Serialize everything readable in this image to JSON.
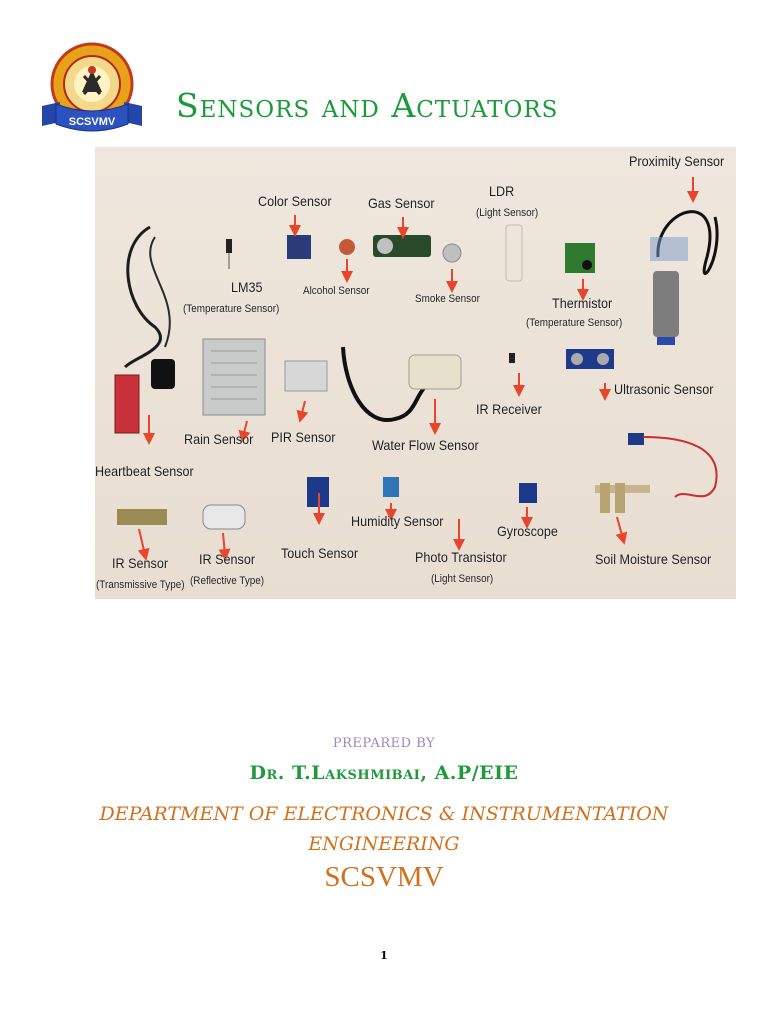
{
  "logo": {
    "text": "SCSVMV"
  },
  "title": "Sensors and Actuators",
  "image": {
    "labels": [
      {
        "id": "proximity",
        "text": "Proximity Sensor"
      },
      {
        "id": "color",
        "text": "Color Sensor"
      },
      {
        "id": "gas",
        "text": "Gas Sensor"
      },
      {
        "id": "ldr",
        "text": "LDR"
      },
      {
        "id": "ldr_sub",
        "text": "(Light Sensor)"
      },
      {
        "id": "lm35",
        "text": "LM35"
      },
      {
        "id": "lm35_sub",
        "text": "(Temperature Sensor)"
      },
      {
        "id": "alcohol",
        "text": "Alcohol Sensor"
      },
      {
        "id": "smoke",
        "text": "Smoke Sensor"
      },
      {
        "id": "thermistor",
        "text": "Thermistor"
      },
      {
        "id": "thermistor_sub",
        "text": "(Temperature Sensor)"
      },
      {
        "id": "ultrasonic",
        "text": "Ultrasonic Sensor"
      },
      {
        "id": "ir_receiver",
        "text": "IR Receiver"
      },
      {
        "id": "rain",
        "text": "Rain Sensor"
      },
      {
        "id": "pir",
        "text": "PIR Sensor"
      },
      {
        "id": "waterflow",
        "text": "Water Flow Sensor"
      },
      {
        "id": "heartbeat",
        "text": "Heartbeat Sensor"
      },
      {
        "id": "humidity",
        "text": "Humidity Sensor"
      },
      {
        "id": "gyroscope",
        "text": "Gyroscope"
      },
      {
        "id": "ir_sensor_1",
        "text": "IR Sensor"
      },
      {
        "id": "ir_sensor_1_sub",
        "text": "(Transmissive Type)"
      },
      {
        "id": "ir_sensor_2",
        "text": "IR Sensor"
      },
      {
        "id": "ir_sensor_2_sub",
        "text": "(Reflective Type)"
      },
      {
        "id": "touch",
        "text": "Touch Sensor"
      },
      {
        "id": "phototransistor",
        "text": "Photo Transistor"
      },
      {
        "id": "phototransistor_sub",
        "text": "(Light Sensor)"
      },
      {
        "id": "soil",
        "text": "Soil Moisture Sensor"
      }
    ]
  },
  "prepared_by": "PREPARED BY",
  "author": "Dr. T.Lakshmibai, A.P/EIE",
  "department_line1": "DEPARTMENT OF ELECTRONICS & INSTRUMENTATION",
  "department_line2": "ENGINEERING",
  "institution": "SCSVMV",
  "page_number": "1",
  "colors": {
    "title": "#1a9b3a",
    "author": "#1f9a3a",
    "prepared_by": "#9a86c4",
    "department": "#d2701e",
    "arrow": "#e8452c"
  }
}
